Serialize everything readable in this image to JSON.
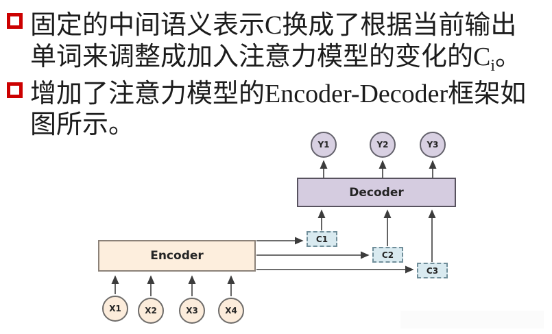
{
  "colors": {
    "bullet-red": "#cc0000",
    "text": "#1c1c1c",
    "arrow": "#3c3c3c",
    "output-fill": "#d8d0e2",
    "output-border": "#63616b",
    "decoder-fill": "#d5cce0",
    "decoder-border": "#57525e",
    "context-fill": "#d9eaf0",
    "context-border": "#708e9a",
    "encoder-fill": "#fdeedd",
    "encoder-border": "#8b8178",
    "input-fill": "#fcecdb",
    "input-border": "#6e6c6a",
    "watermark": "#fbfbfb"
  },
  "bullets": {
    "b1_line1": "固定的中间语义表示C换成了根据当前输出",
    "b1_line2_main": "单词来调整成加入注意力模型的变化的C",
    "b1_line2_sub": "i",
    "b1_line2_tail": "。",
    "b2_line1": "增加了注意力模型的Encoder-Decoder框架如",
    "b2_line2": "图所示。"
  },
  "diagram": {
    "outputs": [
      "Y1",
      "Y2",
      "Y3"
    ],
    "decoder_label": "Decoder",
    "contexts": [
      "C1",
      "C2",
      "C3"
    ],
    "encoder_label": "Encoder",
    "inputs": [
      "X1",
      "X2",
      "X3",
      "X4"
    ]
  }
}
